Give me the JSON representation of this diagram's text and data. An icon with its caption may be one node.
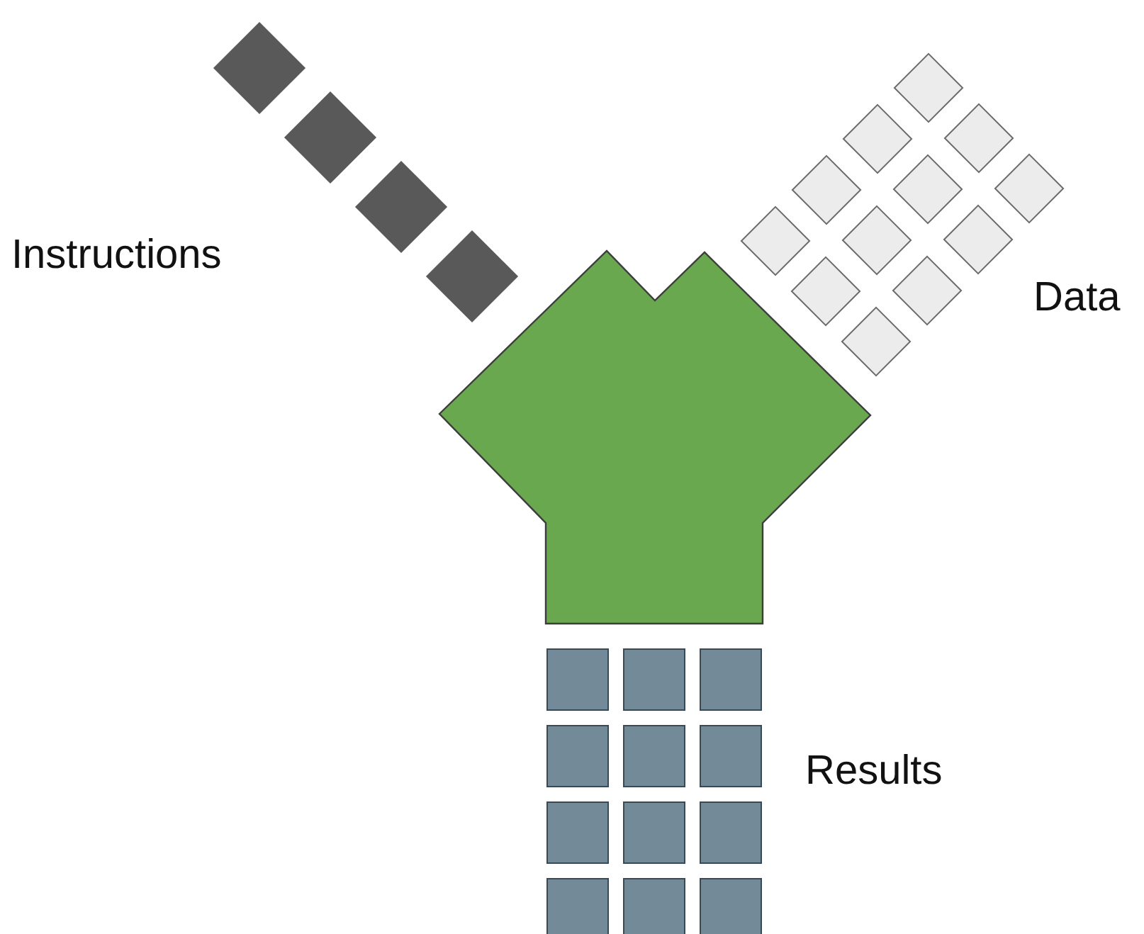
{
  "diagram": {
    "labels": [
      "Instructions",
      "Data",
      "Results"
    ]
  }
}
